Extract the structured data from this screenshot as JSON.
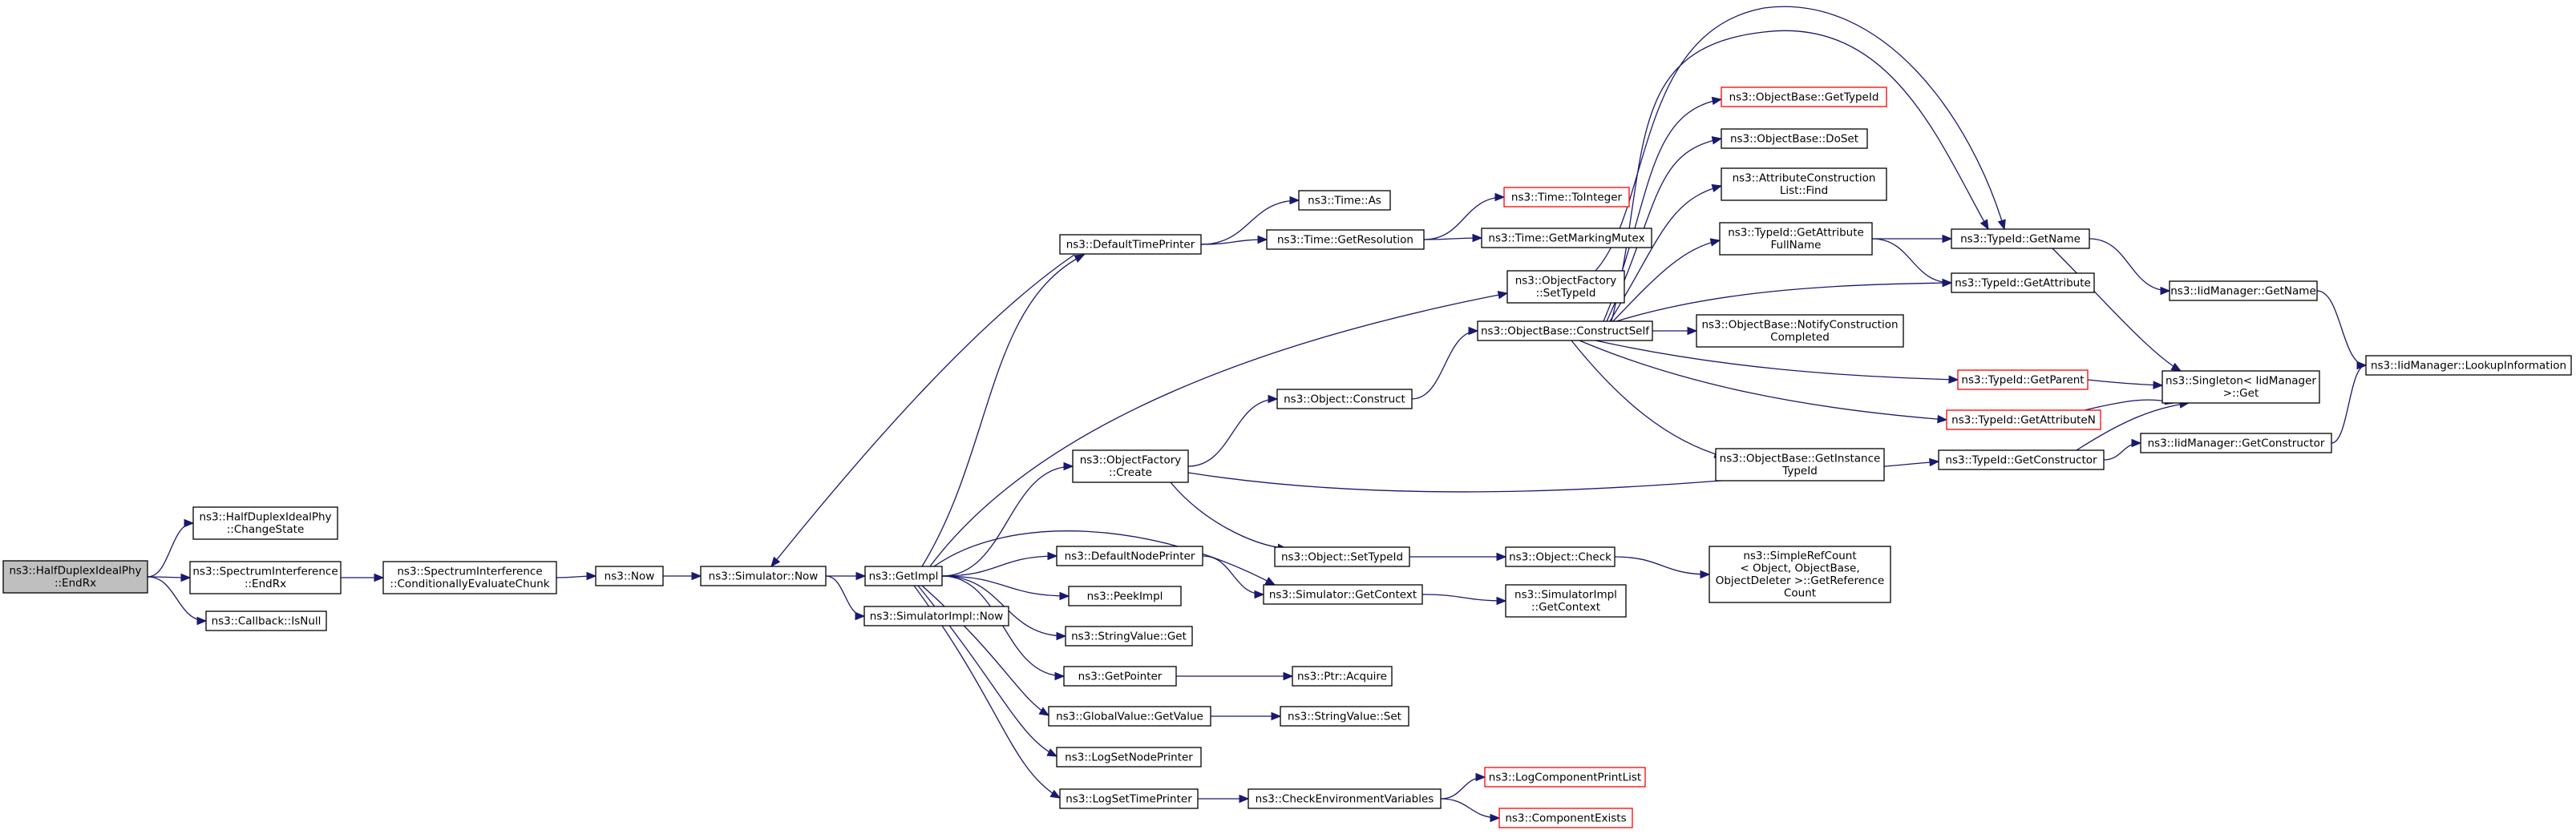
{
  "graph": {
    "colors": {
      "edge": "#191970",
      "node_border": "#000000",
      "truncated_border": "#ff0000",
      "root_fill": "#bfbfbf",
      "node_fill": "#ffffff"
    },
    "nodes": [
      {
        "id": "root",
        "lines": [
          "ns3::HalfDuplexIdealPhy",
          "::EndRx"
        ],
        "kind": "root"
      },
      {
        "id": "changeState",
        "lines": [
          "ns3::HalfDuplexIdealPhy",
          "::ChangeState"
        ],
        "kind": "normal"
      },
      {
        "id": "siEndRx",
        "lines": [
          "ns3::SpectrumInterference",
          "::EndRx"
        ],
        "kind": "normal"
      },
      {
        "id": "cbIsNull",
        "lines": [
          "ns3::Callback::IsNull"
        ],
        "kind": "normal"
      },
      {
        "id": "siCond",
        "lines": [
          "ns3::SpectrumInterference",
          "::ConditionallyEvaluateChunk"
        ],
        "kind": "normal"
      },
      {
        "id": "now",
        "lines": [
          "ns3::Now"
        ],
        "kind": "normal"
      },
      {
        "id": "simNow",
        "lines": [
          "ns3::Simulator::Now"
        ],
        "kind": "normal"
      },
      {
        "id": "getImpl",
        "lines": [
          "ns3::GetImpl"
        ],
        "kind": "normal"
      },
      {
        "id": "simImplNow",
        "lines": [
          "ns3::SimulatorImpl::Now"
        ],
        "kind": "normal"
      },
      {
        "id": "defTimePrinter",
        "lines": [
          "ns3::DefaultTimePrinter"
        ],
        "kind": "normal"
      },
      {
        "id": "timeAs",
        "lines": [
          "ns3::Time::As"
        ],
        "kind": "normal"
      },
      {
        "id": "timeGetRes",
        "lines": [
          "ns3::Time::GetResolution"
        ],
        "kind": "normal"
      },
      {
        "id": "timeToInt",
        "lines": [
          "ns3::Time::ToInteger"
        ],
        "kind": "truncated"
      },
      {
        "id": "timeMutex",
        "lines": [
          "ns3::Time::GetMarkingMutex"
        ],
        "kind": "normal"
      },
      {
        "id": "ofSetTypeId",
        "lines": [
          "ns3::ObjectFactory",
          "::SetTypeId"
        ],
        "kind": "normal"
      },
      {
        "id": "obConstructSelf",
        "lines": [
          "ns3::ObjectBase::ConstructSelf"
        ],
        "kind": "normal"
      },
      {
        "id": "objConstruct",
        "lines": [
          "ns3::Object::Construct"
        ],
        "kind": "normal"
      },
      {
        "id": "ofCreate",
        "lines": [
          "ns3::ObjectFactory",
          "::Create"
        ],
        "kind": "normal"
      },
      {
        "id": "defNodePrinter",
        "lines": [
          "ns3::DefaultNodePrinter"
        ],
        "kind": "normal"
      },
      {
        "id": "peekImpl",
        "lines": [
          "ns3::PeekImpl"
        ],
        "kind": "normal"
      },
      {
        "id": "svGet",
        "lines": [
          "ns3::StringValue::Get"
        ],
        "kind": "normal"
      },
      {
        "id": "getPointer",
        "lines": [
          "ns3::GetPointer"
        ],
        "kind": "normal"
      },
      {
        "id": "gvGetValue",
        "lines": [
          "ns3::GlobalValue::GetValue"
        ],
        "kind": "normal"
      },
      {
        "id": "logSetNode",
        "lines": [
          "ns3::LogSetNodePrinter"
        ],
        "kind": "normal"
      },
      {
        "id": "logSetTime",
        "lines": [
          "ns3::LogSetTimePrinter"
        ],
        "kind": "normal"
      },
      {
        "id": "objSetTypeId",
        "lines": [
          "ns3::Object::SetTypeId"
        ],
        "kind": "normal"
      },
      {
        "id": "simGetContext",
        "lines": [
          "ns3::Simulator::GetContext"
        ],
        "kind": "normal"
      },
      {
        "id": "ptrAcquire",
        "lines": [
          "ns3::Ptr::Acquire"
        ],
        "kind": "normal"
      },
      {
        "id": "svSet",
        "lines": [
          "ns3::StringValue::Set"
        ],
        "kind": "normal"
      },
      {
        "id": "checkEnv",
        "lines": [
          "ns3::CheckEnvironmentVariables"
        ],
        "kind": "normal"
      },
      {
        "id": "objCheck",
        "lines": [
          "ns3::Object::Check"
        ],
        "kind": "normal"
      },
      {
        "id": "simImplGetCtx",
        "lines": [
          "ns3::SimulatorImpl",
          "::GetContext"
        ],
        "kind": "normal"
      },
      {
        "id": "logCompPrint",
        "lines": [
          "ns3::LogComponentPrintList"
        ],
        "kind": "truncated"
      },
      {
        "id": "compExists",
        "lines": [
          "ns3::ComponentExists"
        ],
        "kind": "truncated"
      },
      {
        "id": "obGetTypeId",
        "lines": [
          "ns3::ObjectBase::GetTypeId"
        ],
        "kind": "truncated"
      },
      {
        "id": "obDoSet",
        "lines": [
          "ns3::ObjectBase::DoSet"
        ],
        "kind": "normal"
      },
      {
        "id": "acListFind",
        "lines": [
          "ns3::AttributeConstruction",
          "List::Find"
        ],
        "kind": "normal"
      },
      {
        "id": "tidGetAttrFull",
        "lines": [
          "ns3::TypeId::GetAttribute",
          "FullName"
        ],
        "kind": "normal"
      },
      {
        "id": "obNotify",
        "lines": [
          "ns3::ObjectBase::NotifyConstruction",
          "Completed"
        ],
        "kind": "normal"
      },
      {
        "id": "obGetInst",
        "lines": [
          "ns3::ObjectBase::GetInstance",
          "TypeId"
        ],
        "kind": "normal"
      },
      {
        "id": "simpleRef",
        "lines": [
          "ns3::SimpleRefCount",
          "< Object, ObjectBase,",
          " ObjectDeleter >::GetReference",
          "Count"
        ],
        "kind": "normal"
      },
      {
        "id": "tidGetName",
        "lines": [
          "ns3::TypeId::GetName"
        ],
        "kind": "normal"
      },
      {
        "id": "tidGetAttr",
        "lines": [
          "ns3::TypeId::GetAttribute"
        ],
        "kind": "normal"
      },
      {
        "id": "tidGetParent",
        "lines": [
          "ns3::TypeId::GetParent"
        ],
        "kind": "truncated"
      },
      {
        "id": "tidGetAttrN",
        "lines": [
          "ns3::TypeId::GetAttributeN"
        ],
        "kind": "truncated"
      },
      {
        "id": "tidGetCtor",
        "lines": [
          "ns3::TypeId::GetConstructor"
        ],
        "kind": "normal"
      },
      {
        "id": "iidGetName",
        "lines": [
          "ns3::IidManager::GetName"
        ],
        "kind": "normal"
      },
      {
        "id": "singleton",
        "lines": [
          "ns3::Singleton< IidManager",
          " >::Get"
        ],
        "kind": "normal"
      },
      {
        "id": "iidGetCtor",
        "lines": [
          "ns3::IidManager::GetConstructor"
        ],
        "kind": "normal"
      },
      {
        "id": "iidLookup",
        "lines": [
          "ns3::IidManager::LookupInformation"
        ],
        "kind": "normal"
      }
    ],
    "edges": [
      [
        "root",
        "changeState"
      ],
      [
        "root",
        "siEndRx"
      ],
      [
        "root",
        "cbIsNull"
      ],
      [
        "siEndRx",
        "siCond"
      ],
      [
        "siCond",
        "now"
      ],
      [
        "now",
        "simNow"
      ],
      [
        "simNow",
        "getImpl"
      ],
      [
        "simNow",
        "simImplNow"
      ],
      [
        "getImpl",
        "defTimePrinter"
      ],
      [
        "getImpl",
        "ofSetTypeId"
      ],
      [
        "getImpl",
        "ofCreate"
      ],
      [
        "getImpl",
        "defNodePrinter"
      ],
      [
        "getImpl",
        "peekImpl"
      ],
      [
        "getImpl",
        "svGet"
      ],
      [
        "getImpl",
        "getPointer"
      ],
      [
        "getImpl",
        "gvGetValue"
      ],
      [
        "getImpl",
        "logSetNode"
      ],
      [
        "getImpl",
        "logSetTime"
      ],
      [
        "getImpl",
        "simGetContext"
      ],
      [
        "defTimePrinter",
        "simNow"
      ],
      [
        "defTimePrinter",
        "timeAs"
      ],
      [
        "defTimePrinter",
        "timeGetRes"
      ],
      [
        "timeGetRes",
        "timeToInt"
      ],
      [
        "timeGetRes",
        "timeMutex"
      ],
      [
        "ofSetTypeId",
        "tidGetName"
      ],
      [
        "ofCreate",
        "objConstruct"
      ],
      [
        "ofCreate",
        "objSetTypeId"
      ],
      [
        "ofCreate",
        "tidGetCtor"
      ],
      [
        "objConstruct",
        "obConstructSelf"
      ],
      [
        "obConstructSelf",
        "obGetTypeId"
      ],
      [
        "obConstructSelf",
        "obDoSet"
      ],
      [
        "obConstructSelf",
        "acListFind"
      ],
      [
        "obConstructSelf",
        "tidGetAttrFull"
      ],
      [
        "obConstructSelf",
        "tidGetName"
      ],
      [
        "obConstructSelf",
        "tidGetAttr"
      ],
      [
        "obConstructSelf",
        "obNotify"
      ],
      [
        "obConstructSelf",
        "tidGetParent"
      ],
      [
        "obConstructSelf",
        "tidGetAttrN"
      ],
      [
        "obConstructSelf",
        "obGetInst"
      ],
      [
        "tidGetAttrFull",
        "tidGetName"
      ],
      [
        "tidGetAttrFull",
        "tidGetAttr"
      ],
      [
        "tidGetName",
        "iidGetName"
      ],
      [
        "tidGetName",
        "singleton"
      ],
      [
        "tidGetParent",
        "singleton"
      ],
      [
        "tidGetAttrN",
        "singleton"
      ],
      [
        "tidGetCtor",
        "singleton"
      ],
      [
        "tidGetCtor",
        "iidGetCtor"
      ],
      [
        "iidGetName",
        "iidLookup"
      ],
      [
        "iidGetCtor",
        "iidLookup"
      ],
      [
        "defNodePrinter",
        "simGetContext"
      ],
      [
        "simGetContext",
        "simImplGetCtx"
      ],
      [
        "objSetTypeId",
        "objCheck"
      ],
      [
        "objCheck",
        "simpleRef"
      ],
      [
        "getPointer",
        "ptrAcquire"
      ],
      [
        "gvGetValue",
        "svSet"
      ],
      [
        "logSetTime",
        "checkEnv"
      ],
      [
        "checkEnv",
        "logCompPrint"
      ],
      [
        "checkEnv",
        "compExists"
      ]
    ]
  }
}
